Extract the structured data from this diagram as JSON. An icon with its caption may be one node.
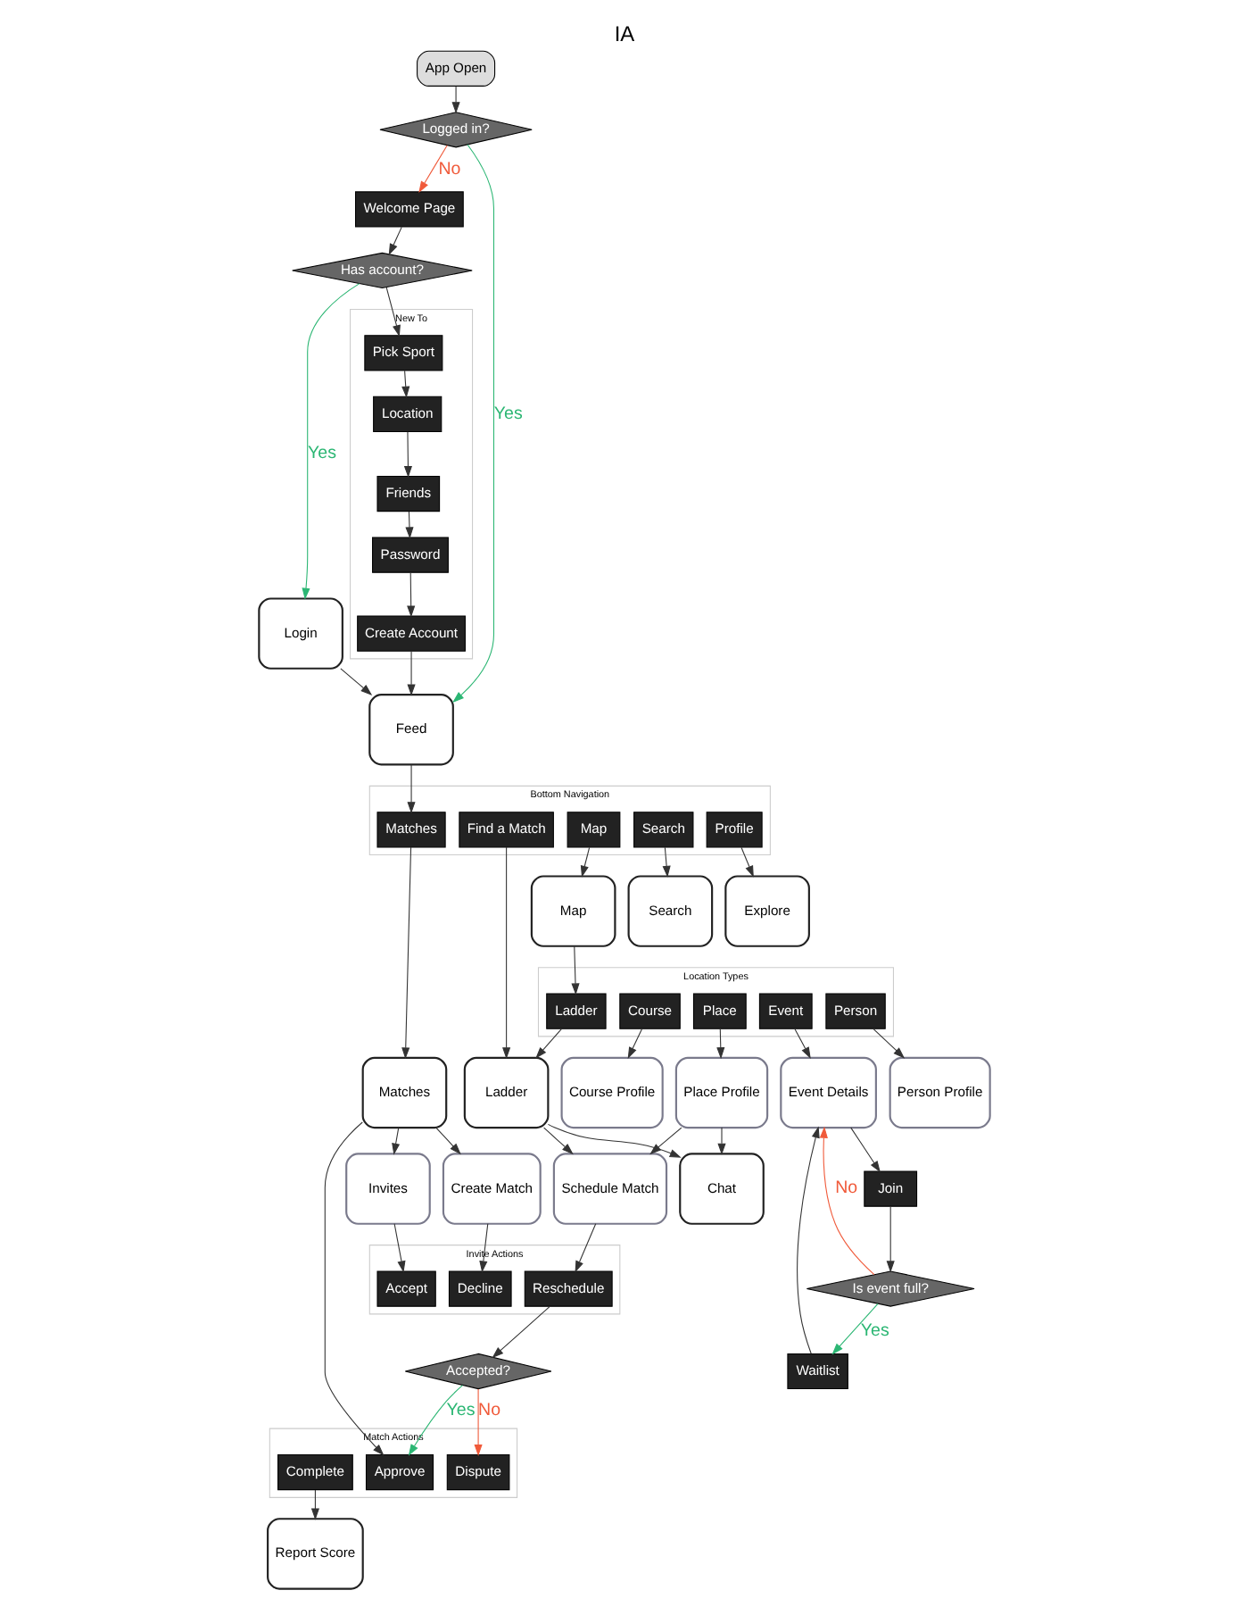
{
  "diagram": {
    "title": "IA",
    "nodes": [
      {
        "text": [
          "App Open"
        ]
      },
      {
        "text": [
          "Logged in?"
        ]
      },
      {
        "text": [
          "Welcome Page"
        ]
      },
      {
        "text": [
          "Has account?"
        ]
      },
      {
        "text": [
          "Login"
        ]
      },
      {
        "text": [
          "New To"
        ]
      },
      {
        "text": [
          "Pick Sport"
        ],
        "in": 5
      },
      {
        "text": [
          "Location"
        ],
        "in": 5
      },
      {
        "text": [
          "Friends"
        ],
        "in": 5
      },
      {
        "text": [
          "Password"
        ],
        "in": 5
      },
      {
        "text": [
          "Create Account"
        ],
        "in": 5
      },
      {
        "text": [
          "Feed"
        ]
      },
      {
        "text": [
          "Bottom Navigation"
        ]
      },
      {
        "text": [
          "Matches"
        ],
        "in": 12
      },
      {
        "text": [
          "Find a Match"
        ],
        "in": 12
      },
      {
        "text": [
          "Map"
        ],
        "in": 12
      },
      {
        "text": [
          "Search"
        ],
        "in": 12
      },
      {
        "text": [
          "Profile"
        ],
        "in": 12
      },
      {
        "text": [
          "Matches"
        ]
      },
      {
        "text": [
          "Create Match"
        ]
      },
      {
        "text": [
          "Invites"
        ]
      },
      {
        "text": [
          "Invite Actions"
        ]
      },
      {
        "text": [
          "Accept"
        ],
        "in": 21
      },
      {
        "text": [
          "Decline"
        ],
        "in": 21
      },
      {
        "text": [
          "Reschedule"
        ],
        "in": 21
      },
      {
        "text": [
          "Accepted?"
        ]
      },
      {
        "text": [
          "Match Actions"
        ]
      },
      {
        "text": [
          "Approve"
        ],
        "in": 26
      },
      {
        "text": [
          "Dispute"
        ],
        "in": 26
      },
      {
        "text": [
          "Complete"
        ],
        "in": 26
      },
      {
        "text": [
          "Report Score"
        ]
      },
      {
        "text": [
          "Ladder"
        ]
      },
      {
        "text": [
          "Map"
        ]
      },
      {
        "text": [
          "Location Types"
        ]
      },
      {
        "text": [
          "Ladder"
        ],
        "in": 33
      },
      {
        "text": [
          "Place"
        ],
        "in": 33
      },
      {
        "text": [
          "Course"
        ],
        "in": 33
      },
      {
        "text": [
          "Event"
        ],
        "in": 33
      },
      {
        "text": [
          "Person"
        ],
        "in": 33
      },
      {
        "text": [
          "Search"
        ]
      },
      {
        "text": [
          "Explore"
        ]
      },
      {
        "text": [
          "Place Profile"
        ]
      },
      {
        "text": [
          "Chat"
        ]
      },
      {
        "text": [
          "Schedule Match"
        ]
      },
      {
        "text": [
          "Course Profile"
        ]
      },
      {
        "text": [
          "Event Details"
        ]
      },
      {
        "text": [
          "Join"
        ]
      },
      {
        "text": [
          "Is event full?"
        ]
      },
      {
        "text": [
          "Waitlist"
        ]
      },
      {
        "text": [
          "Person Profile"
        ]
      }
    ],
    "edges": [
      {
        "from": 0,
        "to": 1,
        "arrow": "to"
      },
      {
        "from": 1,
        "to": 11,
        "arrow": "to",
        "label": "Yes",
        "color": "#2bb673"
      },
      {
        "from": 1,
        "to": 2,
        "arrow": "to",
        "label": "No",
        "color": "#f05a3a"
      },
      {
        "from": 2,
        "to": 3,
        "arrow": "to"
      },
      {
        "from": 3,
        "to": 4,
        "arrow": "to",
        "label": "Yes",
        "color": "#2bb673"
      },
      {
        "from": 3,
        "to": 6,
        "arrow": "to"
      },
      {
        "from": 6,
        "to": 7,
        "arrow": "to"
      },
      {
        "from": 7,
        "to": 8,
        "arrow": "to"
      },
      {
        "from": 8,
        "to": 9,
        "arrow": "to"
      },
      {
        "from": 9,
        "to": 10,
        "arrow": "to"
      },
      {
        "from": 4,
        "to": 11,
        "arrow": "to"
      },
      {
        "from": 10,
        "to": 11,
        "arrow": "to"
      },
      {
        "from": 11,
        "to": 13,
        "arrow": "to"
      },
      {
        "from": 13,
        "to": 18,
        "arrow": "to"
      },
      {
        "from": 14,
        "to": 31,
        "arrow": "to"
      },
      {
        "from": 15,
        "to": 32,
        "arrow": "to"
      },
      {
        "from": 16,
        "to": 39,
        "arrow": "to"
      },
      {
        "from": 17,
        "to": 40,
        "arrow": "to"
      },
      {
        "from": 18,
        "to": 19,
        "arrow": "to"
      },
      {
        "from": 18,
        "to": 20,
        "arrow": "to"
      },
      {
        "from": 18,
        "to": 27,
        "arrow": "to"
      },
      {
        "from": 19,
        "to": 23,
        "arrow": "to"
      },
      {
        "from": 20,
        "to": 22,
        "arrow": "to"
      },
      {
        "from": 24,
        "to": 25,
        "arrow": "to"
      },
      {
        "from": 25,
        "to": 27,
        "arrow": "to",
        "label": "Yes",
        "color": "#2bb673"
      },
      {
        "from": 25,
        "to": 28,
        "arrow": "to",
        "label": "No",
        "color": "#f05a3a"
      },
      {
        "from": 29,
        "to": 30,
        "arrow": "to"
      },
      {
        "from": 31,
        "to": 42,
        "arrow": "to"
      },
      {
        "from": 31,
        "to": 43,
        "arrow": "to"
      },
      {
        "from": 32,
        "to": 34,
        "arrow": "to"
      },
      {
        "from": 34,
        "to": 31,
        "arrow": "to"
      },
      {
        "from": 35,
        "to": 41,
        "arrow": "to"
      },
      {
        "from": 36,
        "to": 44,
        "arrow": "to"
      },
      {
        "from": 37,
        "to": 45,
        "arrow": "to"
      },
      {
        "from": 38,
        "to": 49,
        "arrow": "to"
      },
      {
        "from": 41,
        "to": 42,
        "arrow": "to"
      },
      {
        "from": 41,
        "to": 43,
        "arrow": "to"
      },
      {
        "from": 45,
        "to": 46,
        "arrow": "to"
      },
      {
        "from": 46,
        "to": 47,
        "arrow": "to"
      },
      {
        "from": 47,
        "to": 45,
        "arrow": "to",
        "label": "No",
        "color": "#f05a3a"
      },
      {
        "from": 47,
        "to": 48,
        "arrow": "to",
        "label": "Yes",
        "color": "#2bb673"
      },
      {
        "from": 48,
        "to": 45,
        "arrow": "to"
      },
      {
        "from": 43,
        "to": 24,
        "arrow": "to"
      }
    ]
  }
}
